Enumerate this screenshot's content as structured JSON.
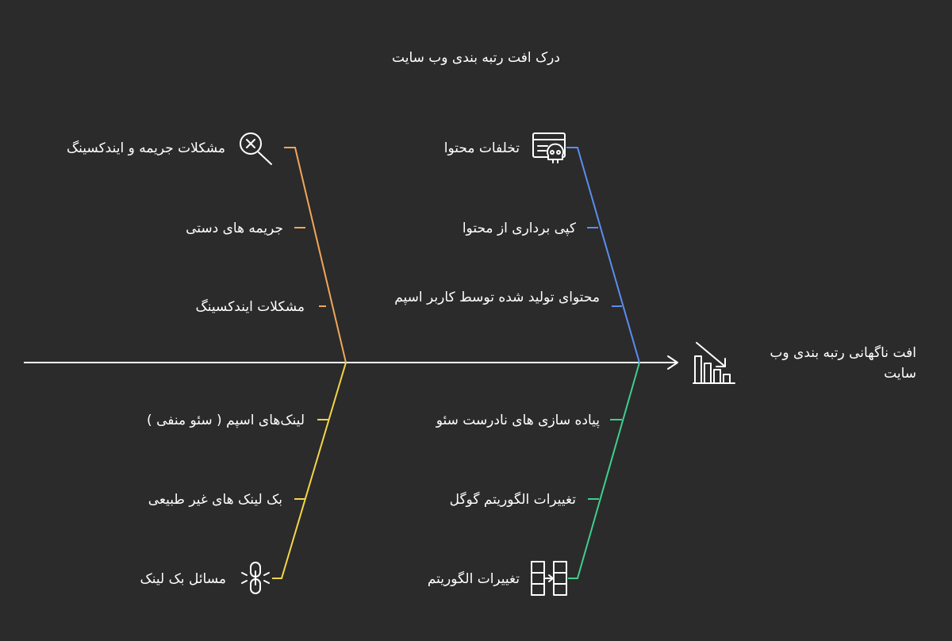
{
  "title": "درک افت رتبه بندی وب سایت",
  "effect": {
    "label": "افت ناگهانی رتبه بندی وب سایت",
    "icon": "declining-bar-chart-icon"
  },
  "categories": {
    "crawl": {
      "label": "مشکلات جریمه و ایندکسینگ",
      "icon": "search-error-icon",
      "color": "#f2a65a",
      "causes": [
        "جریمه های دستی",
        "مشکلات ایندکسینگ"
      ]
    },
    "content": {
      "label": "تخلفات محتوا",
      "icon": "document-skull-icon",
      "color": "#5b8def",
      "causes": [
        "کپی برداری از محتوا",
        "محتوای تولید شده توسط کاربر اسپم"
      ]
    },
    "links": {
      "label": "مسائل بک لینک",
      "icon": "broken-link-icon",
      "color": "#f5d547",
      "causes": [
        "لینک‌های اسپم ( سئو منفی )",
        "بک لینک های غیر طبیعی"
      ]
    },
    "algorithm": {
      "label": "تغییرات الگوریتم",
      "icon": "algorithm-grid-icon",
      "color": "#3ecf8e",
      "causes": [
        "پیاده سازی های نادرست سئو",
        "تغییرات الگوریتم گوگل"
      ]
    }
  }
}
